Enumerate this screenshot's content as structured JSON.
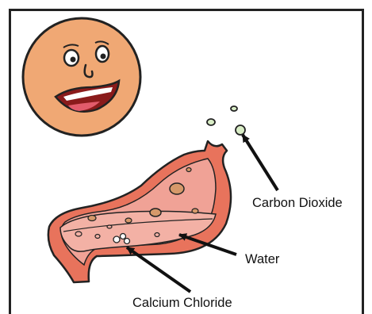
{
  "labels": {
    "carbon_dioxide": "Carbon Dioxide",
    "water": "Water",
    "calcium_chloride": "Calcium Chloride"
  },
  "colors": {
    "frame": "#222222",
    "face_fill": "#f0a874",
    "stomach_outer": "#e8735c",
    "stomach_inner": "#f0a296",
    "liquid": "#f3b1a5",
    "particle": "#d6996a",
    "gas_bubble": "#d9edc6",
    "arrow": "#111111"
  },
  "icons": {
    "face": "smiling-face-icon",
    "stomach": "stomach-icon"
  }
}
